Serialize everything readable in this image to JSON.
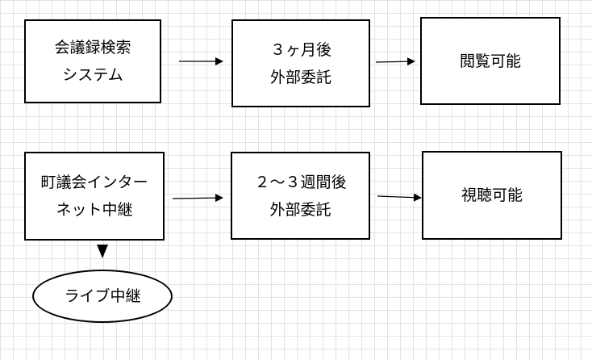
{
  "diagram": {
    "row1": {
      "box1": [
        "会議録検索",
        "システム"
      ],
      "box2": [
        "３ヶ月後",
        "外部委託"
      ],
      "box3": [
        "閲覧可能"
      ]
    },
    "row2": {
      "box1": [
        "町議会インター",
        "ネット中継"
      ],
      "box2": [
        "２～３週間後",
        "外部委託"
      ],
      "box3": [
        "視聴可能"
      ]
    },
    "live": [
      "ライブ中継"
    ]
  },
  "colors": {
    "stroke": "#000000",
    "fill": "#ffffff",
    "grid": "#e3e3e3"
  }
}
